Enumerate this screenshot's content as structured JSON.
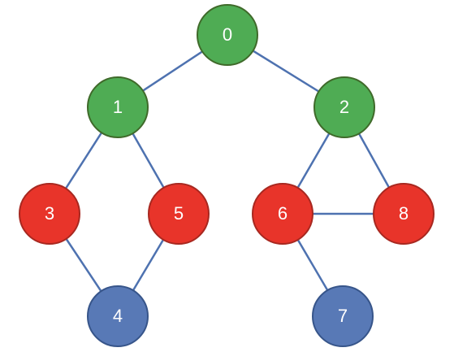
{
  "colors": {
    "edge": "#4e72b0",
    "green": {
      "fill": "#4fac54",
      "stroke": "#3f6a2a"
    },
    "red": {
      "fill": "#e8342a",
      "stroke": "#a82820"
    },
    "blue": {
      "fill": "#5879b6",
      "stroke": "#37558a"
    }
  },
  "nodes": [
    {
      "id": "0",
      "label": "0",
      "color": "green"
    },
    {
      "id": "1",
      "label": "1",
      "color": "green"
    },
    {
      "id": "2",
      "label": "2",
      "color": "green"
    },
    {
      "id": "3",
      "label": "3",
      "color": "red"
    },
    {
      "id": "5",
      "label": "5",
      "color": "red"
    },
    {
      "id": "6",
      "label": "6",
      "color": "red"
    },
    {
      "id": "8",
      "label": "8",
      "color": "red"
    },
    {
      "id": "4",
      "label": "4",
      "color": "blue"
    },
    {
      "id": "7",
      "label": "7",
      "color": "blue"
    }
  ],
  "edges": [
    [
      "0",
      "1"
    ],
    [
      "0",
      "2"
    ],
    [
      "1",
      "3"
    ],
    [
      "1",
      "5"
    ],
    [
      "2",
      "6"
    ],
    [
      "2",
      "8"
    ],
    [
      "6",
      "8"
    ],
    [
      "3",
      "4"
    ],
    [
      "5",
      "4"
    ],
    [
      "6",
      "7"
    ]
  ]
}
